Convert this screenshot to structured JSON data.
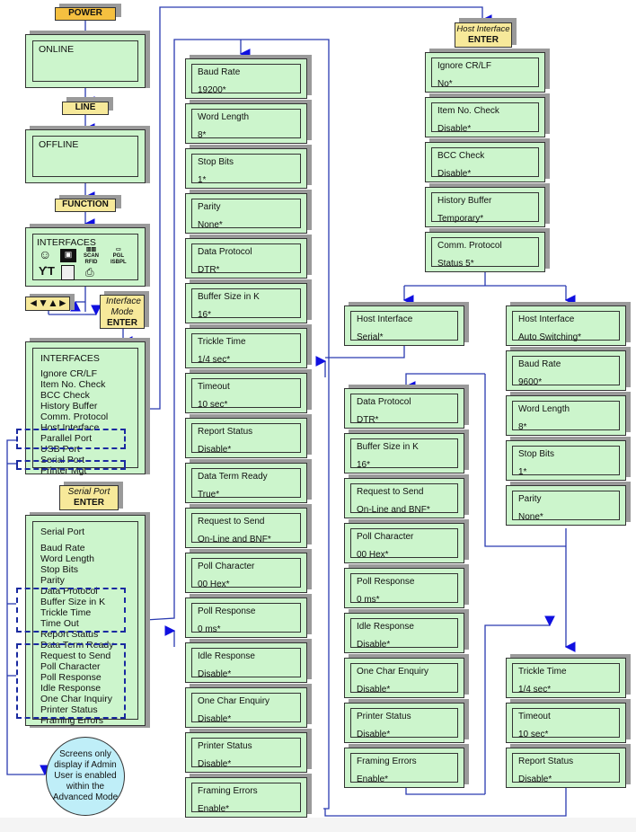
{
  "keys": {
    "power": "POWER",
    "line": "LINE",
    "function": "FUNCTION",
    "interface_mode": {
      "italic": "Interface Mode",
      "label": "ENTER"
    },
    "serial_port": {
      "italic": "Serial Port",
      "label": "ENTER"
    },
    "host_interface": {
      "italic": "Host Interface",
      "label": "ENTER"
    },
    "nav_arrows": "◄▼▲►"
  },
  "screens": {
    "online": "ONLINE",
    "offline": "OFFLINE",
    "interfaces_icons": {
      "title": "INTERFACES",
      "icons": [
        "admin-user-icon",
        "parallel-port-icon",
        "scan-rfid-icon",
        "pgl-sbpl-icon",
        "tools-icon",
        "document-icon",
        "printer-icon"
      ],
      "icon_labels": {
        "scan": "SCAN",
        "rfid": "RFID",
        "pgl": "PGL",
        "sbpl": "ISBPL"
      }
    }
  },
  "interfaces_menu": {
    "title": "INTERFACES",
    "items": [
      "Ignore CR/LF",
      "Item No. Check",
      "BCC Check",
      "History Buffer",
      "Comm. Protocol",
      "Host Interface",
      "Parallel Port",
      "USB Port",
      "Serial Port",
      "Printer Mgt"
    ]
  },
  "serial_port_menu": {
    "title": "Serial Port",
    "items": [
      "Baud Rate",
      "Word Length",
      "Stop Bits",
      "Parity",
      "Data Protocol",
      "Buffer Size in K",
      "Trickle Time",
      "Time Out",
      "Report Status",
      "Data Term Ready",
      "Request to Send",
      "Poll Character",
      "Poll Response",
      "Idle Response",
      "One Char Inquiry",
      "Printer Status",
      "Framing Errors"
    ]
  },
  "note": "Screens only display if Admin User is enabled within the Advanced Mode",
  "serial_column": [
    {
      "label": "Baud Rate",
      "value": "19200*"
    },
    {
      "label": "Word Length",
      "value": "8*"
    },
    {
      "label": "Stop Bits",
      "value": "1*"
    },
    {
      "label": "Parity",
      "value": "None*"
    },
    {
      "label": "Data Protocol",
      "value": "DTR*"
    },
    {
      "label": "Buffer Size in K",
      "value": "16*"
    },
    {
      "label": "Trickle Time",
      "value": "1/4 sec*"
    },
    {
      "label": "Timeout",
      "value": "10 sec*"
    },
    {
      "label": "Report Status",
      "value": "Disable*"
    },
    {
      "label": "Data Term Ready",
      "value": "True*"
    },
    {
      "label": "Request to Send",
      "value": "On-Line and BNF*"
    },
    {
      "label": "Poll Character",
      "value": "00  Hex*"
    },
    {
      "label": "Poll Response",
      "value": "0  ms*"
    },
    {
      "label": "Idle Response",
      "value": "Disable*"
    },
    {
      "label": "One Char Enquiry",
      "value": "Disable*"
    },
    {
      "label": "Printer Status",
      "value": "Disable*"
    },
    {
      "label": "Framing Errors",
      "value": "Enable*"
    }
  ],
  "host_column": [
    {
      "label": "Ignore CR/LF",
      "value": "No*"
    },
    {
      "label": "Item No. Check",
      "value": "Disable*"
    },
    {
      "label": "BCC Check",
      "value": "Disable*"
    },
    {
      "label": "History Buffer",
      "value": "Temporary*"
    },
    {
      "label": "Comm. Protocol",
      "value": "Status 5*"
    }
  ],
  "host_serial_branch": [
    {
      "label": "Host Interface",
      "value": "Serial*"
    }
  ],
  "host_serial_sub": [
    {
      "label": "Data Protocol",
      "value": "DTR*"
    },
    {
      "label": "Buffer Size in K",
      "value": "16*"
    },
    {
      "label": "Request to Send",
      "value": "On-Line and BNF*"
    },
    {
      "label": "Poll Character",
      "value": "00  Hex*"
    },
    {
      "label": "Poll Response",
      "value": "0  ms*"
    },
    {
      "label": "Idle Response",
      "value": "Disable*"
    },
    {
      "label": "One Char Enquiry",
      "value": "Disable*"
    },
    {
      "label": "Printer Status",
      "value": "Disable*"
    },
    {
      "label": "Framing Errors",
      "value": "Enable*"
    }
  ],
  "host_auto_branch": [
    {
      "label": "Host Interface",
      "value": "Auto Switching*"
    },
    {
      "label": "Baud Rate",
      "value": "9600*"
    },
    {
      "label": "Word Length",
      "value": "8*"
    },
    {
      "label": "Stop Bits",
      "value": "1*"
    },
    {
      "label": "Parity",
      "value": "None*"
    }
  ],
  "host_auto_sub": [
    {
      "label": "Trickle Time",
      "value": "1/4 sec*"
    },
    {
      "label": "Timeout",
      "value": "10 sec*"
    },
    {
      "label": "Report Status",
      "value": "Disable*"
    }
  ],
  "colors": {
    "screen_fill": "#ccf5cc",
    "key_fill": "#f7e99a",
    "power_key_fill": "#f5c040",
    "note_fill": "#bfeef8",
    "connector": "#1a2aa0",
    "arrow": "#1010e0"
  }
}
